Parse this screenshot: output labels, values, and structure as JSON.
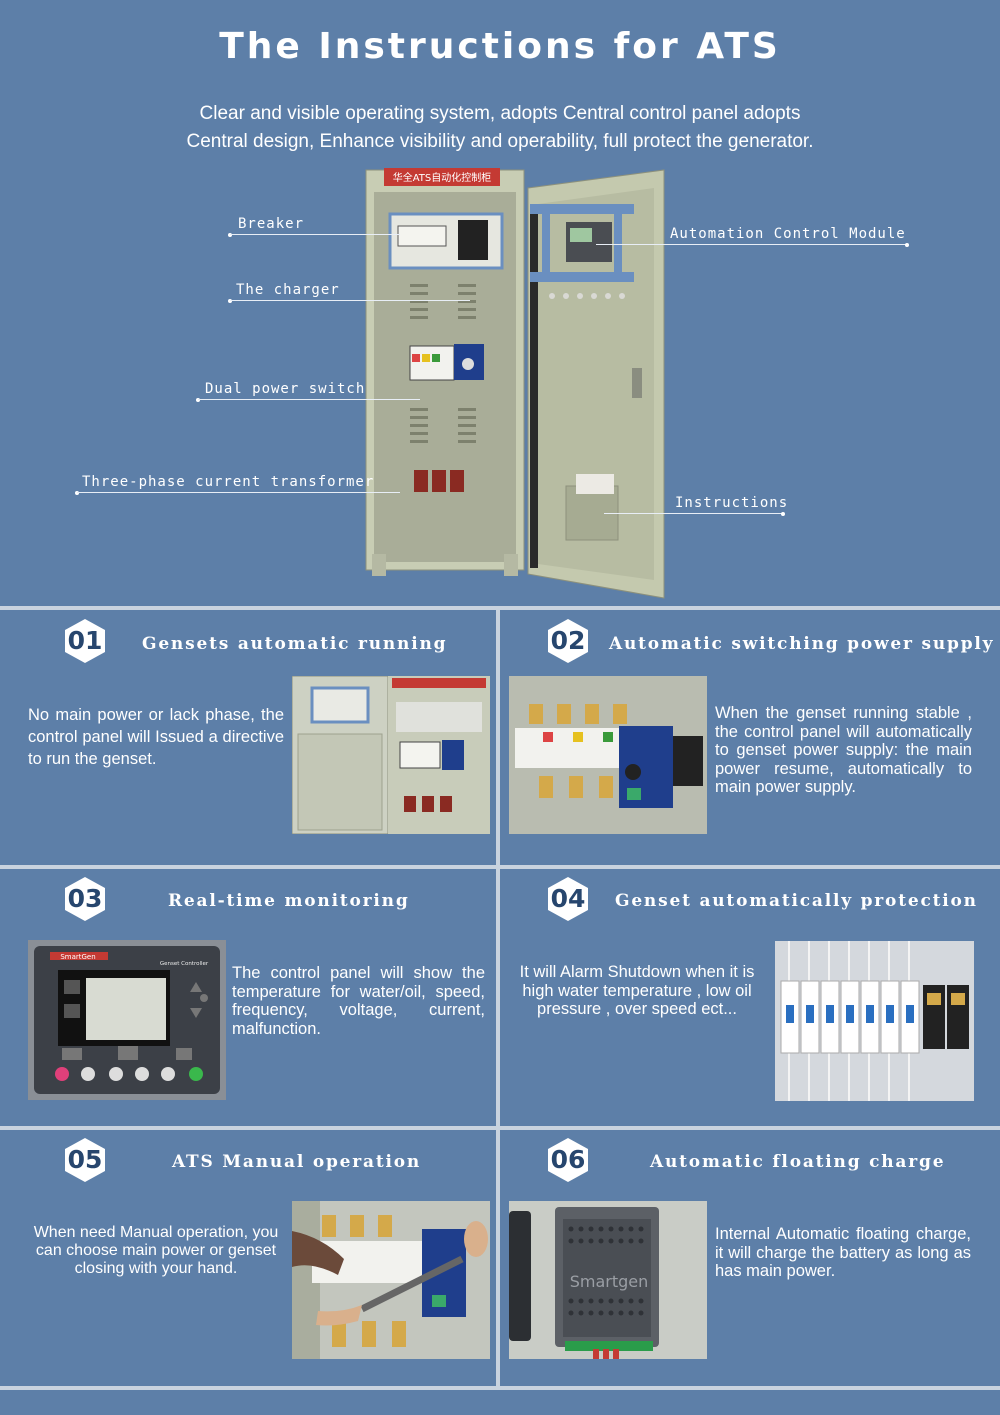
{
  "header": {
    "title": "The Instructions for ATS",
    "subtitle_line1": "Clear and visible operating system, adopts Central control panel adopts",
    "subtitle_line2": "Central design, Enhance visibility and operability, full protect the generator."
  },
  "cabinet": {
    "nameplate": "华全ATS自动化控制柜",
    "callouts": {
      "breaker": "Breaker",
      "charger": "The charger",
      "dual_switch": "Dual power switch",
      "transformer": "Three-phase current transformer",
      "control_module": "Automation Control Module",
      "instructions": "Instructions"
    }
  },
  "features": [
    {
      "number": "01",
      "title": "Gensets automatic running",
      "text": "No main power or lack phase, the control panel will Issued a directive to run the genset."
    },
    {
      "number": "02",
      "title": "Automatic switching power supply",
      "text": "When the genset running stable , the control panel will automatically to genset power supply: the main power resume, automatically to main power supply."
    },
    {
      "number": "03",
      "title": "Real-time monitoring",
      "text": "The control panel will show the temperature for water/oil, speed, frequency, voltage, current, malfunction."
    },
    {
      "number": "04",
      "title": "Genset automatically protection",
      "text": "It will Alarm Shutdown when it is high water temperature , low oil pressure , over speed ect..."
    },
    {
      "number": "05",
      "title": "ATS Manual operation",
      "text": "When need Manual operation, you can choose main power or genset closing with your hand."
    },
    {
      "number": "06",
      "title": "Automatic floating charge",
      "text": "Internal Automatic floating charge, it will charge the battery as long as has main power."
    }
  ],
  "photo_labels": {
    "controller_brand": "SmartGen",
    "controller_name": "Genset Controller",
    "charger_brand": "Smartgen"
  },
  "colors": {
    "background": "#5d7fa8",
    "badge_text": "#27466e",
    "divider": "#c9d3df",
    "cabinet": "#c8cdb4"
  }
}
